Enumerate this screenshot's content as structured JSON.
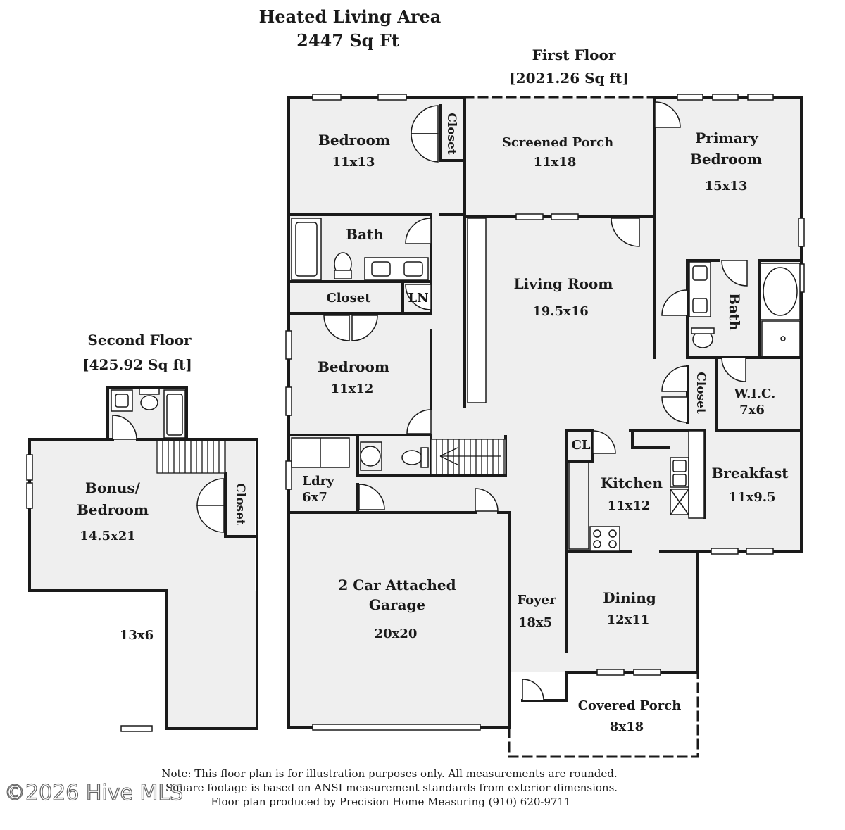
{
  "header": {
    "title_line1": "Heated Living Area",
    "title_line2": "2447 Sq Ft"
  },
  "first_floor": {
    "label": "First Floor",
    "area": "[2021.26 Sq ft]"
  },
  "second_floor": {
    "label": "Second Floor",
    "area": "[425.92 Sq ft]"
  },
  "rooms": {
    "bedroom_top": {
      "name": "Bedroom",
      "size": "11x13"
    },
    "closet_top": {
      "name": "Closet"
    },
    "screened_porch": {
      "name": "Screened Porch",
      "size": "11x18"
    },
    "primary_bedroom": {
      "name1": "Primary",
      "name2": "Bedroom",
      "size": "15x13"
    },
    "bath_hall": {
      "name": "Bath"
    },
    "closet_hall": {
      "name": "Closet"
    },
    "linen": {
      "name": "LN"
    },
    "living_room": {
      "name": "Living Room",
      "size": "19.5x16"
    },
    "primary_bath": {
      "name": "Bath"
    },
    "bedroom_mid": {
      "name": "Bedroom",
      "size": "11x12"
    },
    "primary_closet": {
      "name": "Closet"
    },
    "wic": {
      "name": "W.I.C.",
      "size": "7x6"
    },
    "cl": {
      "name": "CL"
    },
    "kitchen": {
      "name": "Kitchen",
      "size": "11x12"
    },
    "breakfast": {
      "name": "Breakfast",
      "size": "11x9.5"
    },
    "laundry": {
      "name": "Ldry",
      "size": "6x7"
    },
    "garage": {
      "name1": "2 Car Attached",
      "name2": "Garage",
      "size": "20x20"
    },
    "foyer": {
      "name": "Foyer",
      "size": "18x5"
    },
    "dining": {
      "name": "Dining",
      "size": "12x11"
    },
    "covered_porch": {
      "name": "Covered Porch",
      "size": "8x18"
    },
    "bonus": {
      "name1": "Bonus/",
      "name2": "Bedroom",
      "size": "14.5x21"
    },
    "bonus_closet": {
      "name": "Closet"
    },
    "bonus_ext": {
      "size": "13x6"
    }
  },
  "notes": {
    "line1": "Note: This floor plan is for illustration purposes only. All measurements are rounded.",
    "line2": "Square footage is based on ANSI measurement standards from exterior dimensions.",
    "line3": "Floor plan produced by Precision Home Measuring (910) 620-9711"
  },
  "watermark": "©2026 Hive MLS",
  "colors": {
    "fill": "#efefef",
    "wall": "#1a1a1a",
    "text": "#1a1a1a"
  }
}
